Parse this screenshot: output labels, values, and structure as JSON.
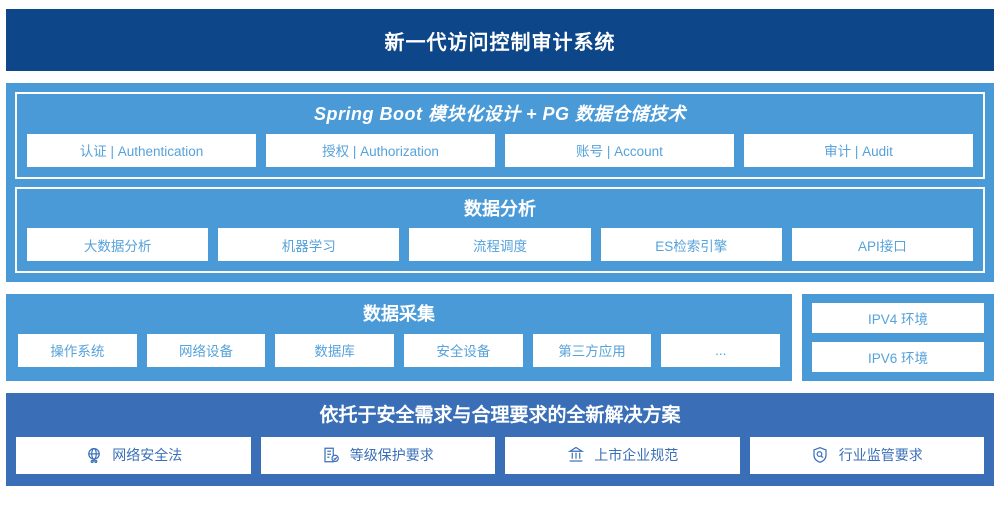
{
  "header": {
    "title": "新一代访问控制审计系统",
    "bg_color": "#0d4689"
  },
  "theme": {
    "light_blue": "#4a9ad8",
    "mid_blue": "#3a6fb8",
    "navy": "#0d4689",
    "chip_text": "#56a2da"
  },
  "platform": {
    "spring": {
      "title": "Spring Boot 模块化设计 + PG 数据仓储技术",
      "items": [
        {
          "label": "认证 | Authentication"
        },
        {
          "label": "授权 | Authorization"
        },
        {
          "label": "账号 | Account"
        },
        {
          "label": "审计 | Audit"
        }
      ]
    },
    "analysis": {
      "title": "数据分析",
      "items": [
        {
          "label": "大数据分析"
        },
        {
          "label": "机器学习"
        },
        {
          "label": "流程调度"
        },
        {
          "label": "ES检索引擎"
        },
        {
          "label": "API接口"
        }
      ]
    }
  },
  "collection": {
    "title": "数据采集",
    "items": [
      {
        "label": "操作系统"
      },
      {
        "label": "网络设备"
      },
      {
        "label": "数据库"
      },
      {
        "label": "安全设备"
      },
      {
        "label": "第三方应用"
      },
      {
        "label": "..."
      }
    ]
  },
  "environment": {
    "items": [
      {
        "label": "IPV4 环境"
      },
      {
        "label": "IPV6 环境"
      }
    ]
  },
  "compliance": {
    "title": "依托于安全需求与合理要求的全新解决方案",
    "items": [
      {
        "label": "网络安全法",
        "icon": "globe-icon"
      },
      {
        "label": "等级保护要求",
        "icon": "document-check-icon"
      },
      {
        "label": "上市企业规范",
        "icon": "bank-icon"
      },
      {
        "label": "行业监管要求",
        "icon": "shield-search-icon"
      }
    ]
  }
}
